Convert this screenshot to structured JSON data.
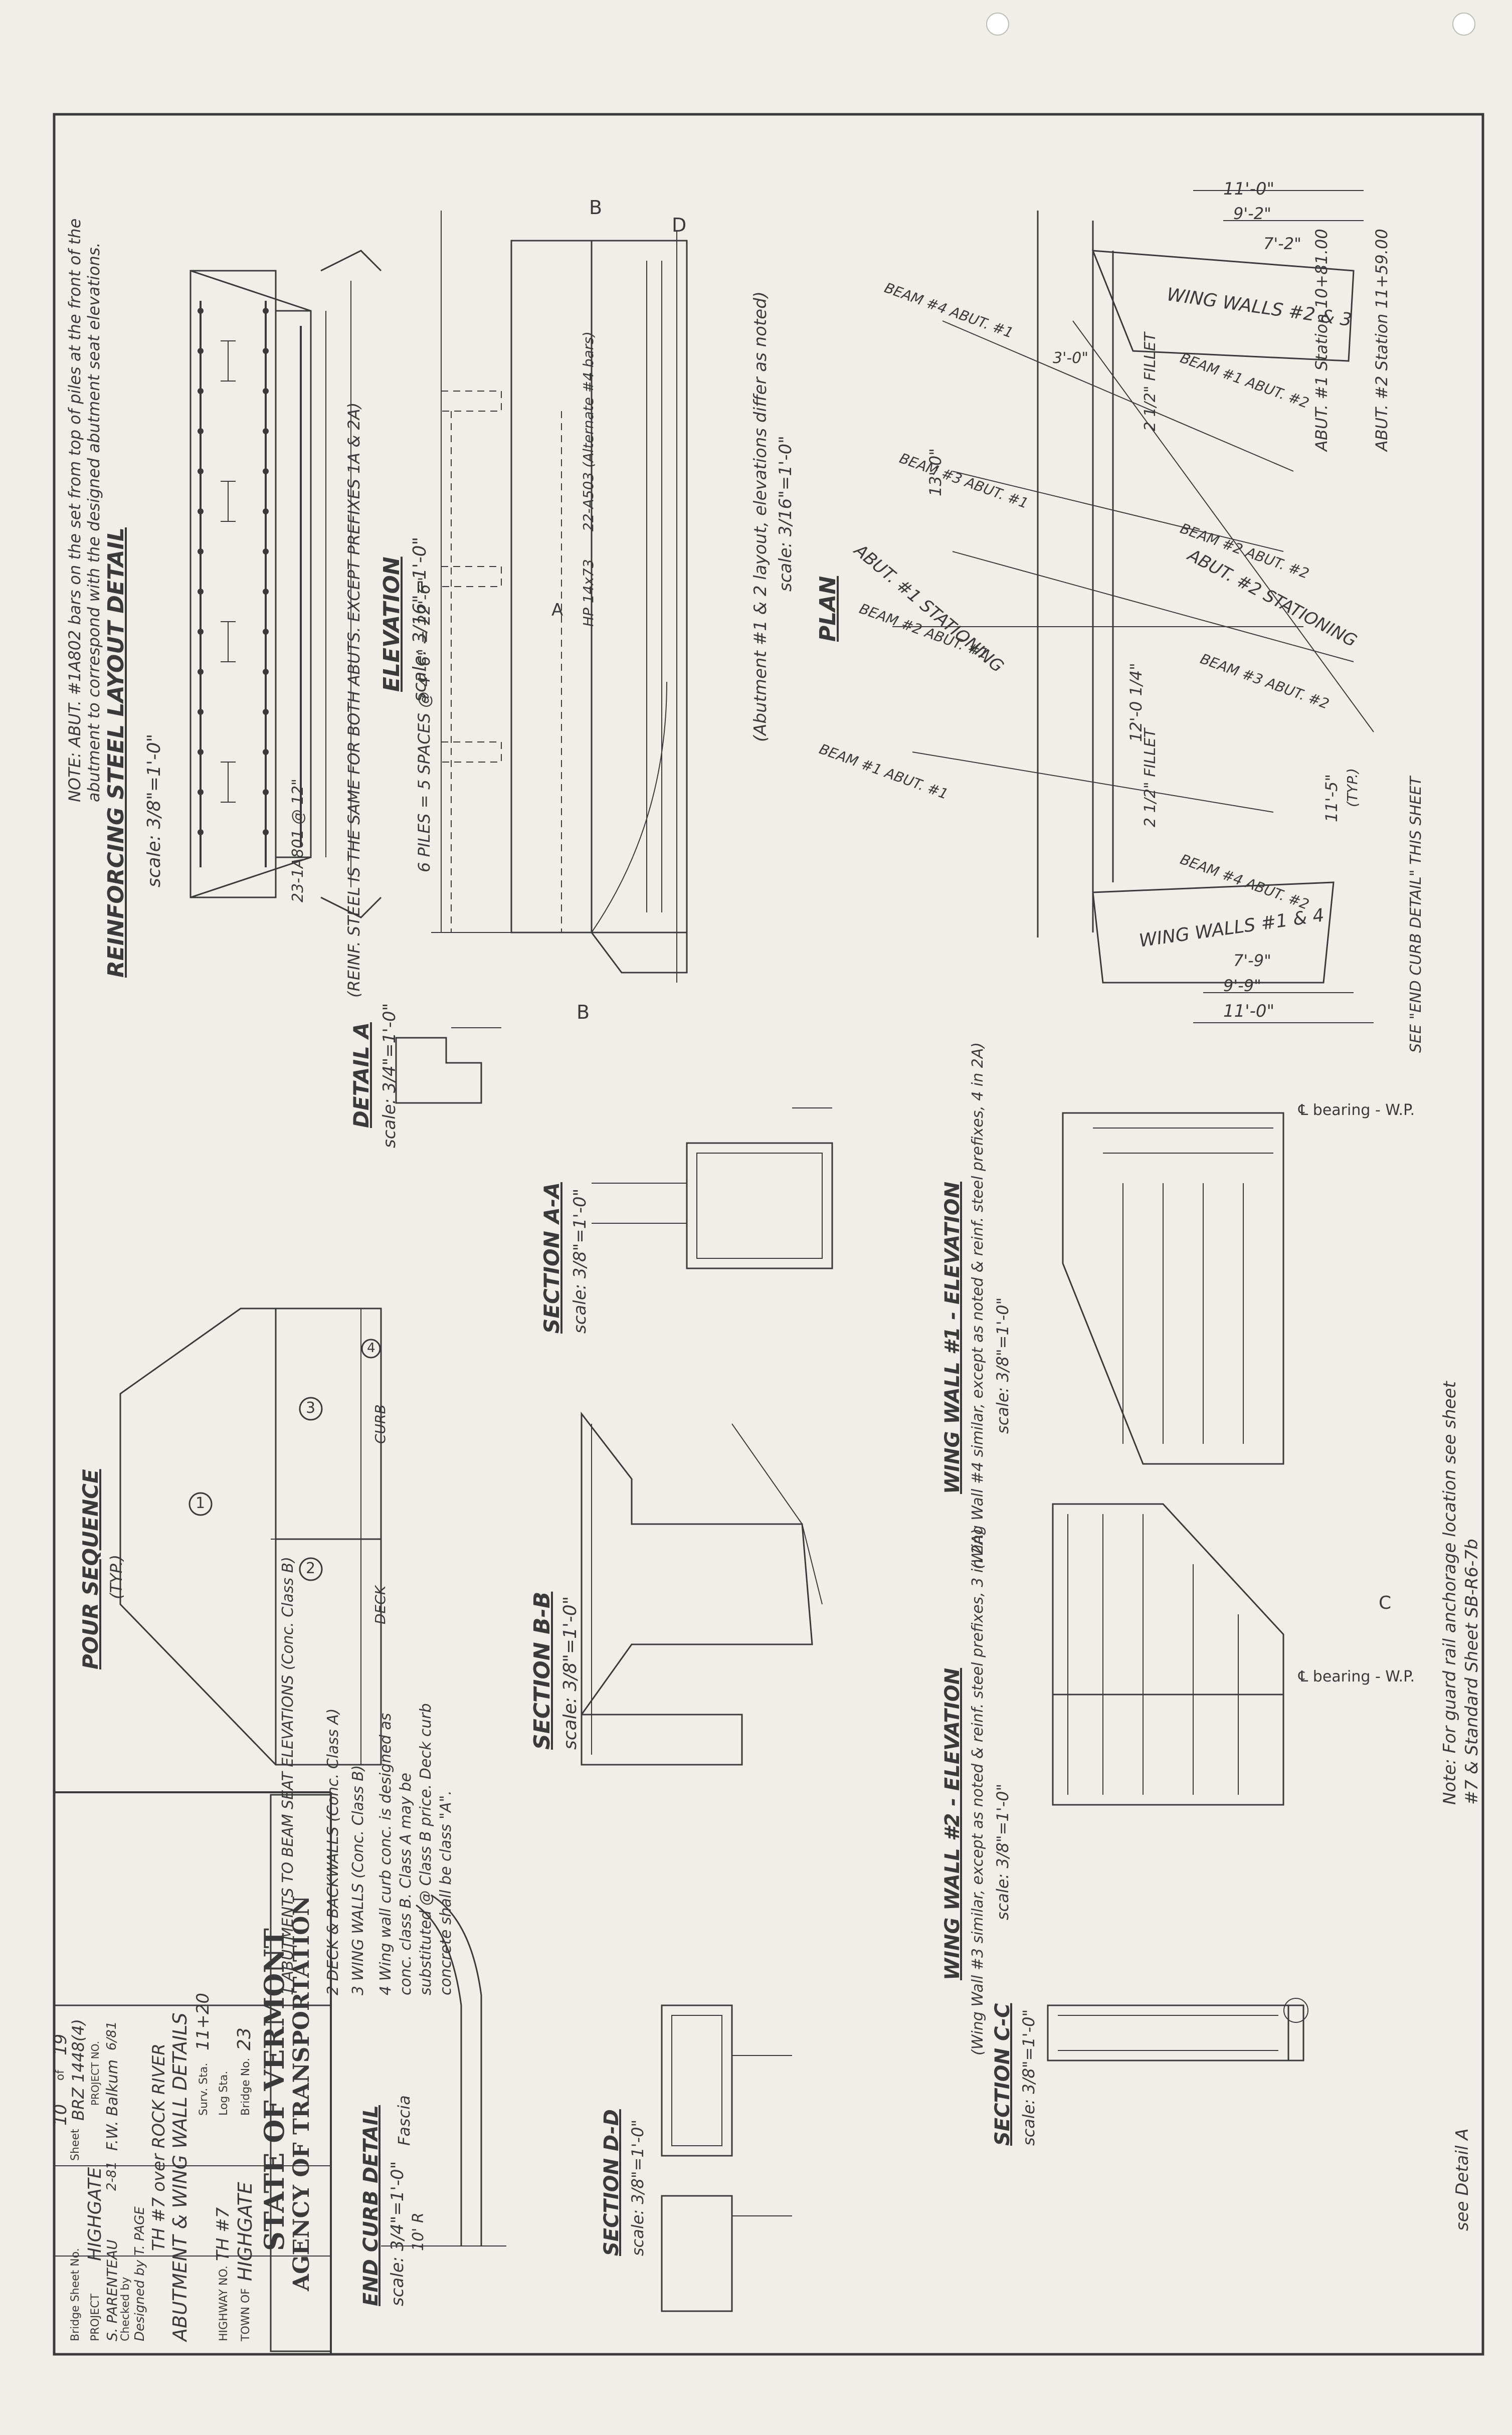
{
  "title_block": {
    "state": "STATE OF VERMONT",
    "agency": "AGENCY OF TRANSPORTATION",
    "town_label": "TOWN OF",
    "town": "HIGHGATE",
    "bridge_no_label": "Bridge No.",
    "bridge_no": "23",
    "highway_label": "HIGHWAY NO.",
    "highway": "TH #7",
    "log_sta_label": "Log Sta.",
    "surv_sta_label": "Surv. Sta.",
    "surv_sta": "11+20",
    "drawing_title": "ABUTMENT & WING WALL DETAILS",
    "drawing_subtitle": "TH #7 over ROCK RIVER",
    "designed_by": "Designed by T. PAGE",
    "checked_by": "Checked by",
    "drawn_by": "S. PARENTEAU",
    "drawn_date": "2-81",
    "bridge_design_engineer": "F.W. Balkum",
    "engineer_date": "6/81",
    "project_label": "PROJECT",
    "project": "HIGHGATE",
    "project_no_label": "PROJECT NO.",
    "project_no": "BRZ 1448(4)",
    "bridge_sheet_label": "Bridge Sheet No.",
    "sheet_label": "Sheet",
    "sheet": "10",
    "of_label": "of",
    "total_sheets": "19"
  },
  "views": {
    "reinforcing_layout": {
      "title": "REINFORCING STEEL LAYOUT DETAIL",
      "scale": "scale: 3/8\"=1'-0\""
    },
    "elevation": {
      "title": "ELEVATION",
      "scale": "scale: 3/16\"=1'-0\"",
      "note": "(REINF. STEEL IS THE SAME FOR BOTH ABUTS. EXCEPT PREFIXES 1A & 2A)"
    },
    "plan": {
      "title": "PLAN",
      "subtitle": "(Abutment #1 & 2 layout, elevations differ as noted)",
      "scale": "scale: 3/16\"=1'-0\""
    },
    "detail_a": {
      "title": "DETAIL A",
      "scale": "scale: 3/4\"=1'-0\""
    },
    "section_aa": {
      "title": "SECTION A-A",
      "scale": "scale: 3/8\"=1'-0\""
    },
    "section_bb": {
      "title": "SECTION B-B",
      "scale": "scale: 3/8\"=1'-0\""
    },
    "section_cc": {
      "title": "SECTION C-C",
      "scale": "scale: 3/8\"=1'-0\""
    },
    "section_dd": {
      "title": "SECTION D-D",
      "scale": "scale: 3/8\"=1'-0\""
    },
    "wing_wall_1": {
      "title": "WING WALL #1 - ELEVATION",
      "note": "(Wing Wall #4 similar, except as noted & reinf. steel prefixes, 4 in 2A)",
      "scale": "scale: 3/8\"=1'-0\""
    },
    "wing_wall_2": {
      "title": "WING WALL #2 - ELEVATION",
      "note": "(Wing Wall #3 similar, except as noted & reinf. steel prefixes, 3 in 2A)",
      "scale": "scale: 3/8\"=1'-0\""
    },
    "end_curb": {
      "title": "END CURB DETAIL",
      "scale": "scale: 3/4\"=1'-0\""
    },
    "pour_sequence": {
      "title": "POUR SEQUENCE",
      "sub": "(TYP.)"
    }
  },
  "notes": {
    "abut_note": "NOTE: ABUT. #1A802 bars on the set from top of piles at the front of the abutment to correspond with the designed abutment seat elevations.",
    "guard_rail": "Note: For guard rail anchorage location see sheet #7 & Standard Sheet SB-R6-7b",
    "see_end_curb": "SEE \"END CURB DETAIL\" THIS SHEET",
    "see_detail_a": "see Detail A",
    "pour_1": "1 ABUTMENTS TO BEAM SEAT ELEVATIONS (Conc. Class B)",
    "pour_2": "2 DECK & BACKWALLS (Conc. Class A)",
    "pour_3": "3 WING WALLS (Conc. Class B)",
    "pour_4": "4 Wing wall curb conc. is designed as conc. class B. Class A may be substituted @ Class B price. Deck curb concrete shall be class \"A\"."
  },
  "labels": {
    "wing_walls_23": "WING WALLS #2 & 3",
    "wing_walls_14": "WING WALLS #1 & 4",
    "abut1_stationing": "ABUT. #1 STATIONING",
    "abut2_stationing": "ABUT. #2 STATIONING",
    "fillet": "2 1/2\" FILLET",
    "abut1_station": "ABUT. #1 Station 10+81.00",
    "abut2_station": "ABUT. #2 Station 11+59.00",
    "bearing_wp": "℄ bearing - W.P.",
    "piles": "6 PILES = 5 SPACES @ 4'-6\" = 22'-6\"",
    "beam1": "BEAM #1",
    "beam2": "BEAM #2",
    "beam3": "BEAM #3",
    "beam4": "BEAM #4",
    "abut1": "ABUT. #1",
    "abut2": "ABUT. #2",
    "dim_11_0": "11'-0\"",
    "dim_9_2": "9'-2\"",
    "dim_7_2": "7'-2\"",
    "dim_7_9": "7'-9\"",
    "dim_9_9": "9'-9\"",
    "dim_3_0": "3'-0\"",
    "dim_13_0": "13'-0\"",
    "dim_12_0": "12'-0 1/4\"",
    "dim_11_5": "11'-5\"",
    "section_b": "B",
    "section_d": "D",
    "section_a": "A",
    "section_c": "C",
    "pour_num_1": "1",
    "pour_num_2": "2",
    "pour_num_3": "3",
    "pour_num_4": "4",
    "curb": "CURB",
    "deck": "DECK",
    "fascia": "Fascia",
    "r10": "10' R",
    "hp": "HP 14x73",
    "bars_22": "22-A503 (Alternate #4 bars)",
    "bars_23": "23-1A801 @ 12\"",
    "typ": "(TYP.)"
  }
}
